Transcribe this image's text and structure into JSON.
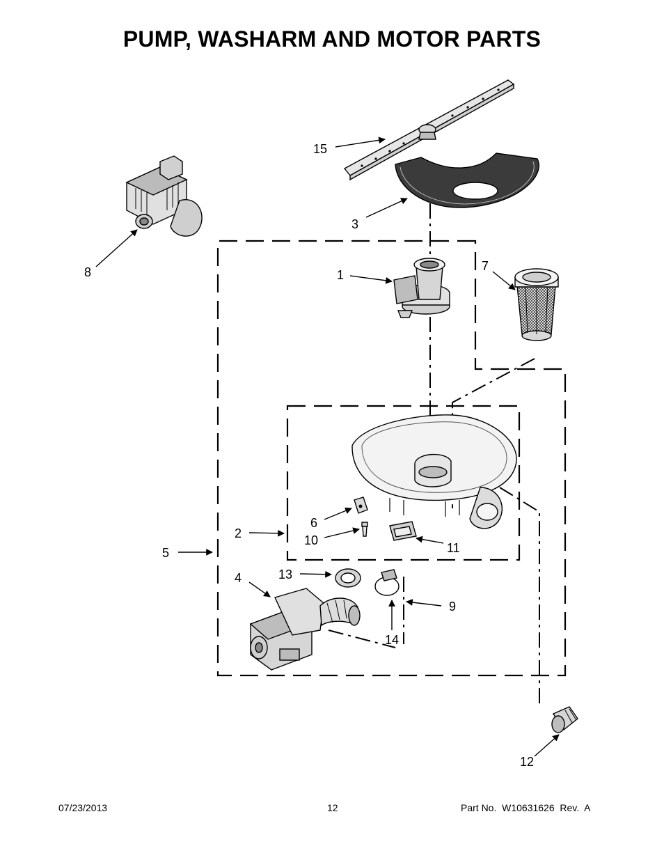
{
  "title": "PUMP, WASHARM AND MOTOR PARTS",
  "callouts": {
    "c15": "15",
    "c3": "3",
    "c8": "8",
    "c1": "1",
    "c7": "7",
    "c6": "6",
    "c2": "2",
    "c10": "10",
    "c11": "11",
    "c5": "5",
    "c13": "13",
    "c4": "4",
    "c9": "9",
    "c14": "14",
    "c12": "12"
  },
  "footer": {
    "date": "07/23/2013",
    "page": "12",
    "part_number": "Part No.  W10631626  Rev.  A"
  }
}
